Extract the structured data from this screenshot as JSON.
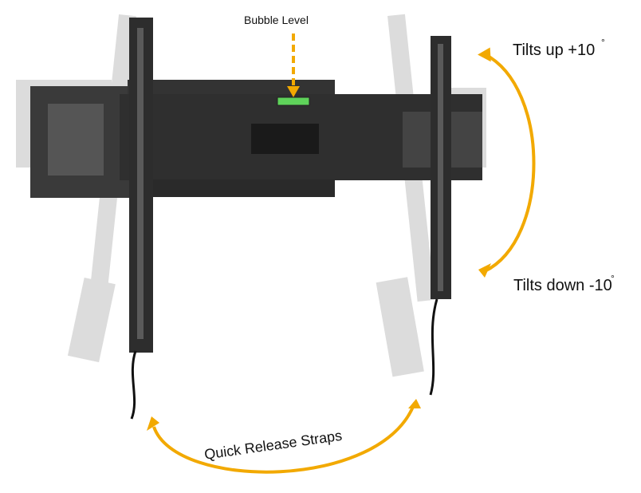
{
  "labels": {
    "bubble_level": "Bubble Level",
    "tilt_up": "Tilts up +10",
    "tilt_down": "Tilts down -10",
    "degree": "°",
    "straps": "Quick Release Straps"
  },
  "colors": {
    "accent": "#F2A900",
    "metal": "#2b2b2b",
    "ghost": "#cfcfcf",
    "level": "#5fd35a"
  }
}
